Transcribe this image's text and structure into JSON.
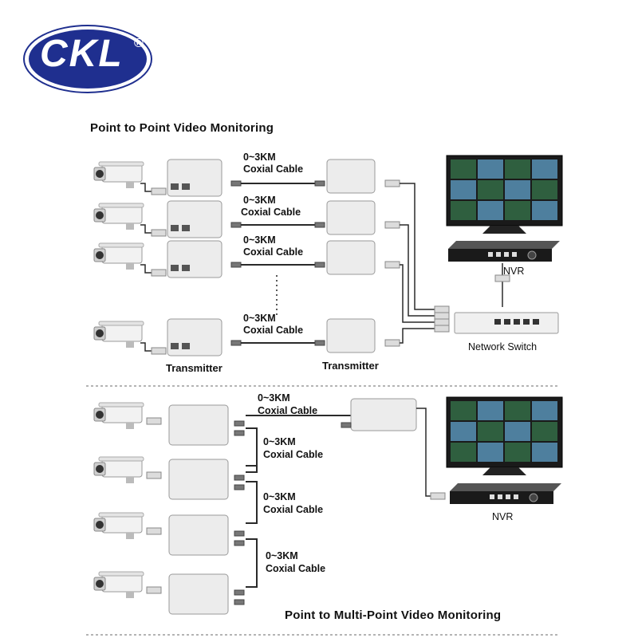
{
  "logo": {
    "text": "CKL",
    "registered": "®",
    "color": "#1f2f8f"
  },
  "section1": {
    "title": "Point to Point Video Monitoring",
    "cable_labels": [
      {
        "distance": "0~3KM",
        "type": "Coxial Cable"
      },
      {
        "distance": "0~3KM",
        "type": "Coxial Cable"
      },
      {
        "distance": "0~3KM",
        "type": "Coxial Cable"
      },
      {
        "distance": "0~3KM",
        "type": "Coxial Cable"
      }
    ],
    "transmitter_left": "Transmitter",
    "transmitter_right": "Transmitter",
    "nvr": "NVR",
    "network_switch": "Network Switch"
  },
  "section2": {
    "title": "Point to Multi-Point Video Monitoring",
    "cable_labels": [
      {
        "distance": "0~3KM",
        "type": "Coxial Cable"
      },
      {
        "distance": "0~3KM",
        "type": "Coxial Cable"
      },
      {
        "distance": "0~3KM",
        "type": "Coxial Cable"
      },
      {
        "distance": "0~3KM",
        "type": "Coxial Cable"
      }
    ],
    "nvr": "NVR"
  },
  "colors": {
    "line": "#2a2a2a",
    "device": "#ececec",
    "device_edge": "#9a9a9a",
    "screen": "#3d6a8a"
  }
}
